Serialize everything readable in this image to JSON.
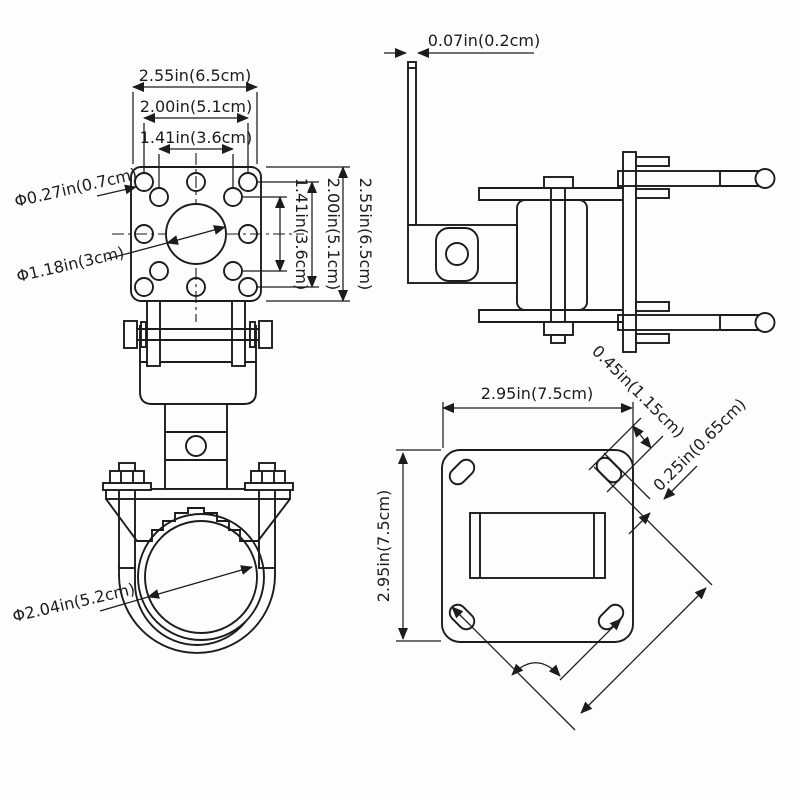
{
  "drawing": {
    "front_view": {
      "dim_width_outer": "2.55in(6.5cm)",
      "dim_width_middle": "2.00in(5.1cm)",
      "dim_width_inner": "1.41in(3.6cm)",
      "dim_height_inner": "1.41in(3.6cm)",
      "dim_height_middle": "2.00in(5.1cm)",
      "dim_height_outer": "2.55in(6.5cm)",
      "dim_small_hole_dia": "Φ0.27in(0.7cm)",
      "dim_center_hole_dia": "Φ1.18in(3cm)",
      "dim_clamp_dia": "Φ2.04in(5.2cm)"
    },
    "side_view": {
      "dim_plate_thickness": "0.07in(0.2cm)"
    },
    "bottom_view": {
      "dim_width": "2.95in(7.5cm)",
      "dim_height": "2.95in(7.5cm)",
      "dim_slot_length": "0.45in(1.15cm)",
      "dim_slot_width": "0.25in(0.65cm)"
    },
    "colors": {
      "line": "#1c1c1c",
      "rod_dark": "#3b3b3b",
      "background": "#fdfdfd"
    }
  }
}
